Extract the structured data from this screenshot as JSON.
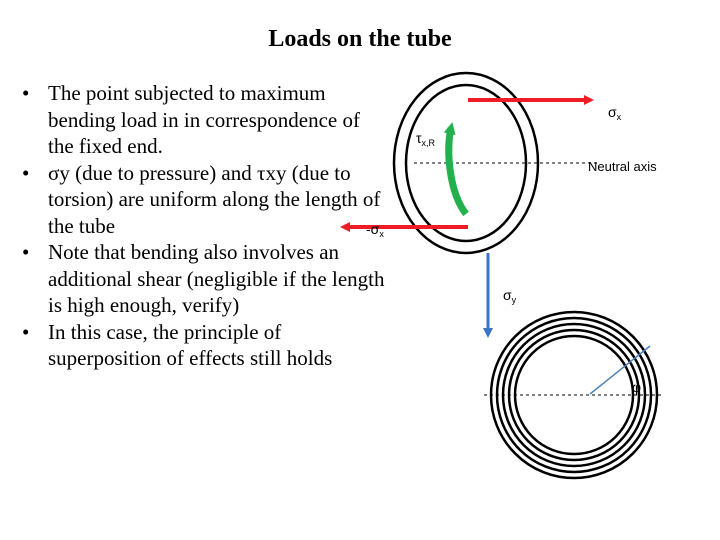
{
  "slide": {
    "title": "Loads on the tube",
    "bullets": [
      {
        "text": "The point subjected to maximum bending load in in correspondence of the fixed end."
      },
      {
        "text": "σy (due to pressure) and τxy (due to torsion) are uniform along  the length of the tube"
      },
      {
        "text": "Note that bending also involves an additional shear (negligible if the length is high enough, verify)"
      },
      {
        "text": "In this case, the principle of superposition of effects still holds"
      }
    ],
    "bullet_symbol": "•"
  },
  "diagram": {
    "labels": {
      "sigma_x": "σx",
      "sigma_x_main": "σ",
      "sigma_x_sub": "x",
      "neg_sigma_x_main": "-σ",
      "neg_sigma_x_sub": "x",
      "tau_xR_main": "τ",
      "tau_xR_sub": "x,R",
      "neutral_axis": "Neutral axis",
      "sigma_y_main": "σ",
      "sigma_y_sub": "y",
      "phi": "φ"
    },
    "colors": {
      "sigma_x_arrow": "#ee1c24",
      "tau_arrow": "#22b14c",
      "sigma_y_arrow": "#3b73c7",
      "phi_line": "#4f81bd"
    }
  }
}
